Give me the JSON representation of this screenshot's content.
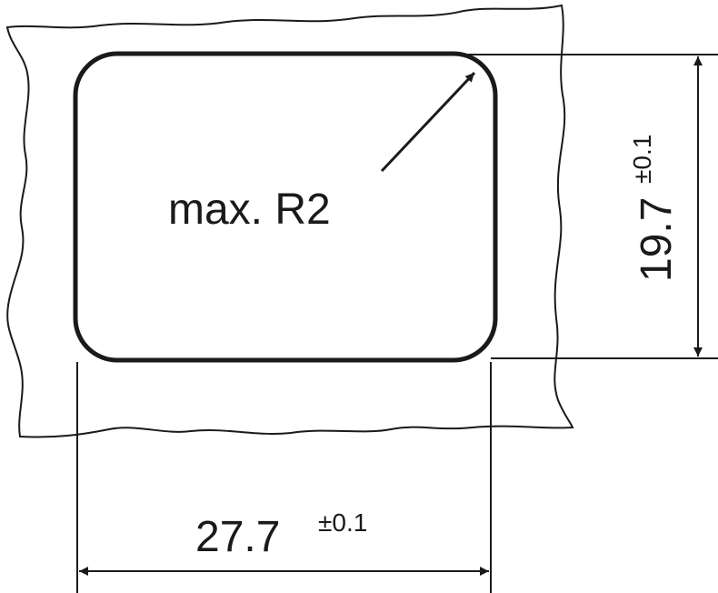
{
  "diagram": {
    "radius_label": "max. R2",
    "height_dimension": {
      "value": "19.7",
      "tolerance": "±0.1"
    },
    "width_dimension": {
      "value": "27.7",
      "tolerance": "±0.1"
    },
    "colors": {
      "stroke": "#1a1a1a",
      "background": "#ffffff"
    }
  }
}
